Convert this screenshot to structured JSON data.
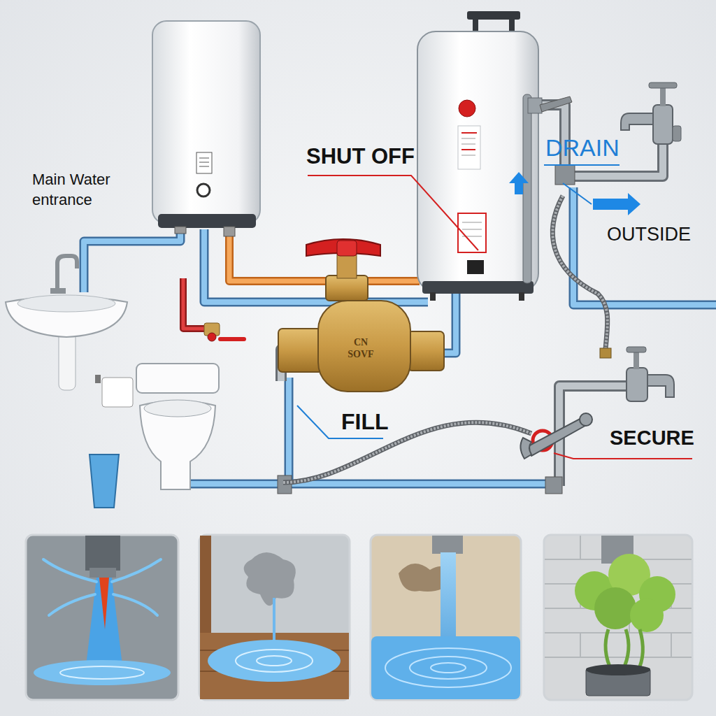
{
  "diagram": {
    "labels": [
      "Main Water entrance",
      "SHUT OFF",
      "DRAIN",
      "OUTSIDE",
      "CN SOVF",
      "FILL",
      "SECURE"
    ]
  }
}
